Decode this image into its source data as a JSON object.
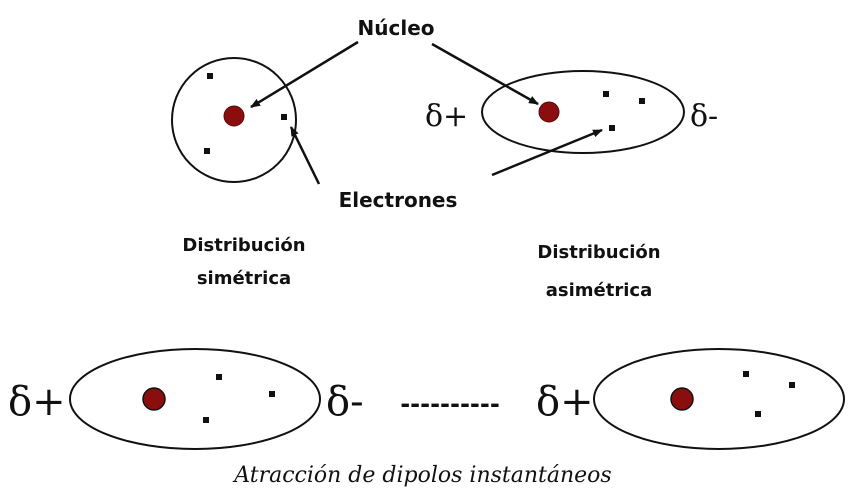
{
  "labels": {
    "nucleus": "Núcleo",
    "electrons": "Electrones",
    "symmetric_line1": "Distribución",
    "symmetric_line2": "simétrica",
    "asymmetric_line1": "Distribución",
    "asymmetric_line2": "asimétrica",
    "delta_plus": "δ+",
    "delta_minus": "δ-",
    "dashes": "----------"
  },
  "caption": "Atracción de dipolos instantáneos",
  "colors": {
    "nucleus_fill": "#8b0e0e",
    "outline": "#111111",
    "electron": "#111111"
  }
}
